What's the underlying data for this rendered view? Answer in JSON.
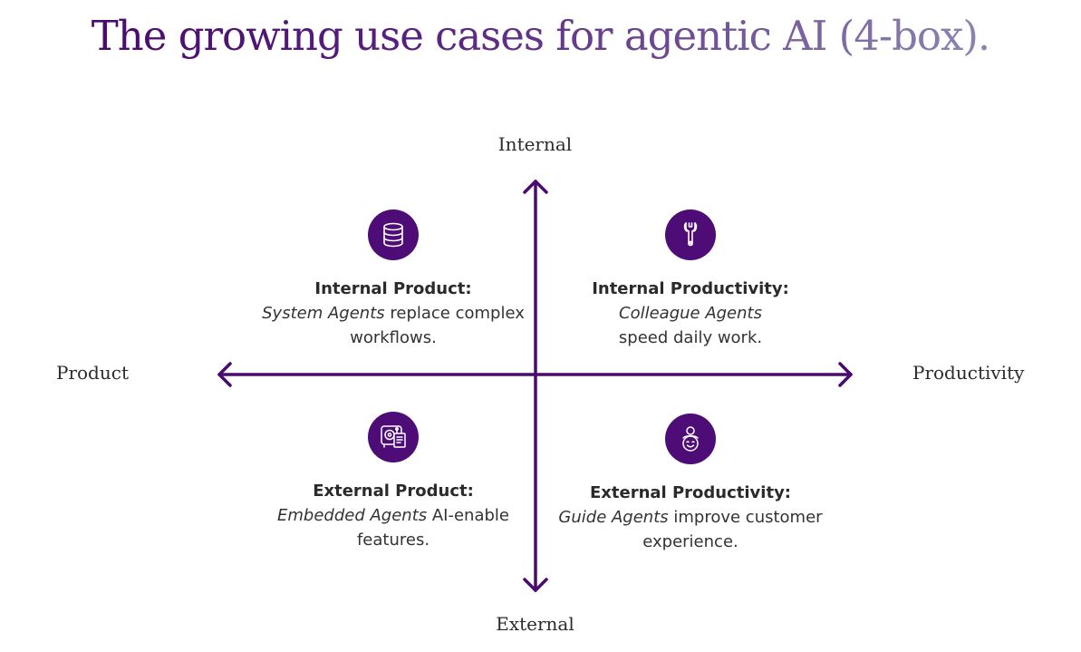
{
  "title": "The growing use cases for agentic AI (4-box).",
  "colors": {
    "accent": "#4e0d76",
    "axis": "#4b0a6e",
    "title_start": "#4a0b6c",
    "title_end": "#8d86b0",
    "text": "#2a2a2a"
  },
  "axes": {
    "top": "Internal",
    "bottom": "External",
    "left": "Product",
    "right": "Productivity"
  },
  "quadrants": {
    "top_left": {
      "icon": "database-icon",
      "heading": "Internal Product:",
      "agent_type": "System Agents",
      "body_rest": " replace complex workflows."
    },
    "top_right": {
      "icon": "wrench-icon",
      "heading": "Internal Productivity:",
      "agent_type": "Colleague Agents",
      "body_rest": " speed daily work."
    },
    "bottom_left": {
      "icon": "device-document-icon",
      "heading": "External Product:",
      "agent_type": "Embedded Agents",
      "body_rest": " AI-enable features."
    },
    "bottom_right": {
      "icon": "smiling-person-icon",
      "heading": "External Productivity:",
      "agent_type": "Guide Agents",
      "body_rest": " improve customer experience."
    }
  }
}
